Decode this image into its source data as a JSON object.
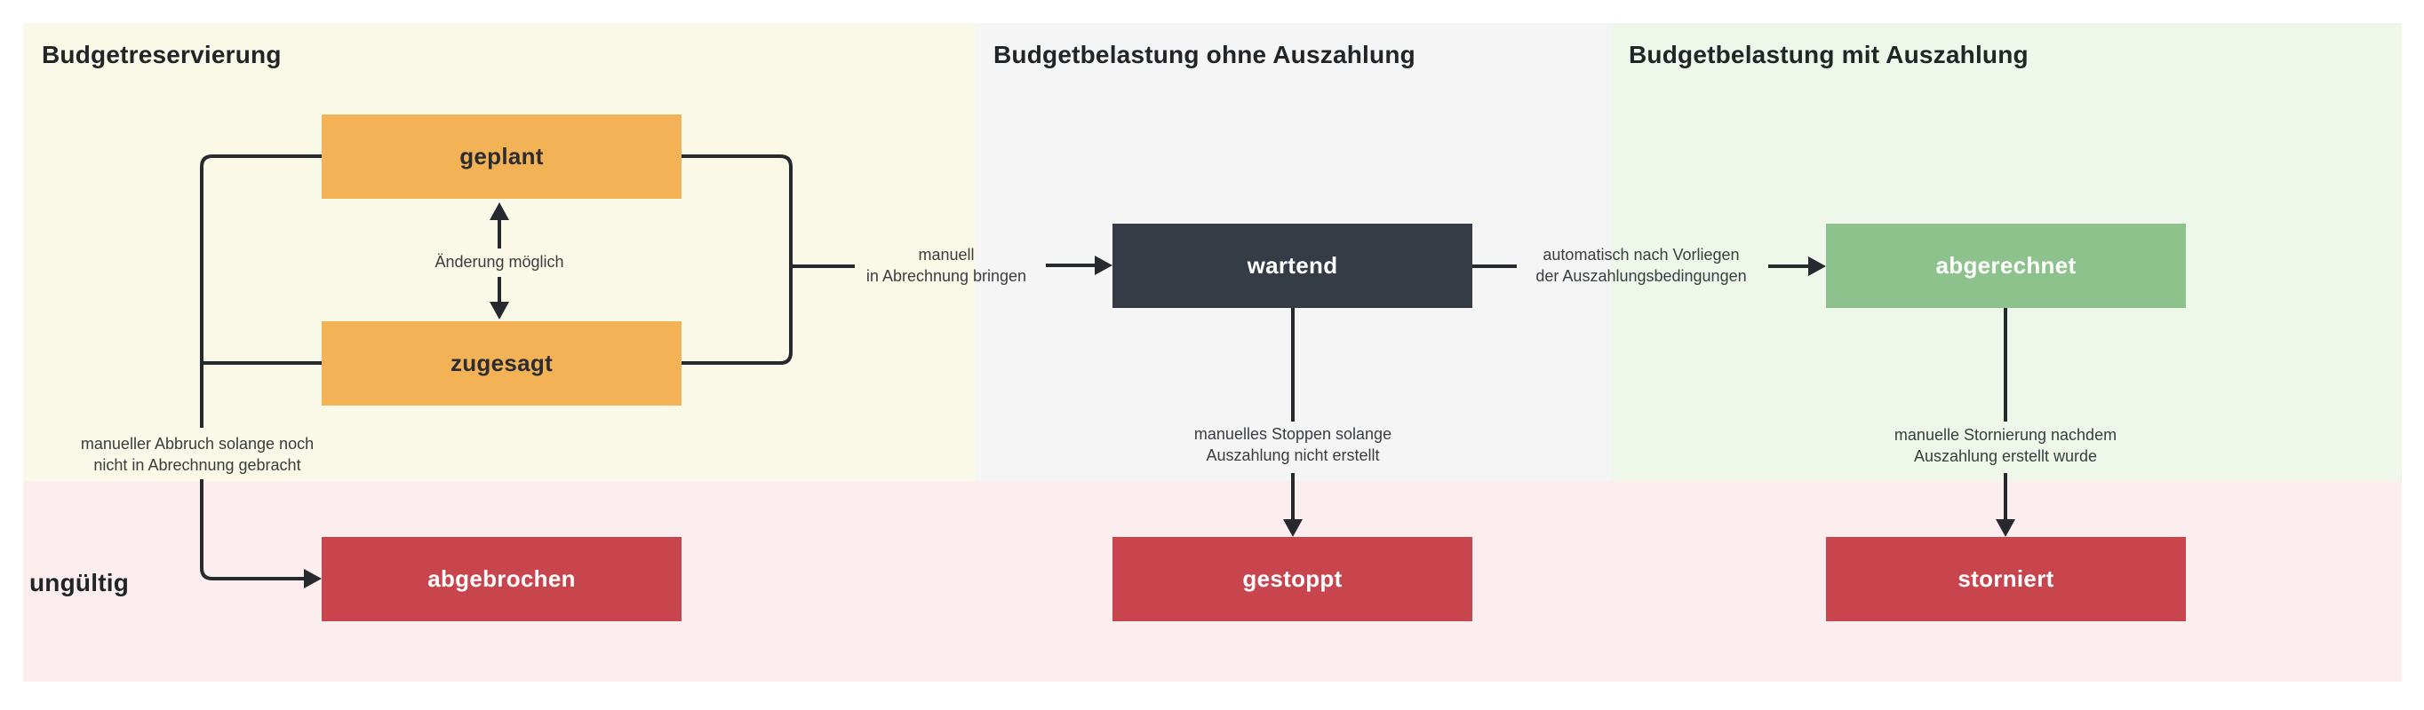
{
  "diagram": {
    "sections": [
      {
        "id": "budgetreservierung",
        "title": "Budgetreservierung",
        "bg": "#faf8e6"
      },
      {
        "id": "budgetbelastung-ohne-auszahlung",
        "title": "Budgetbelastung ohne Auszahlung",
        "bg": "#f5f5f6"
      },
      {
        "id": "budgetbelastung-mit-auszahlung",
        "title": "Budgetbelastung mit Auszahlung",
        "bg": "#eff7ea"
      },
      {
        "id": "ungueltig",
        "title": "ungültig",
        "bg": "#fcedee"
      }
    ],
    "states": [
      {
        "id": "geplant",
        "label": "geplant",
        "color": "#f2b255",
        "text_color": "#2b2d30"
      },
      {
        "id": "zugesagt",
        "label": "zugesagt",
        "color": "#f2b255",
        "text_color": "#2b2d30"
      },
      {
        "id": "wartend",
        "label": "wartend",
        "color": "#363c46",
        "text_color": "#ffffff"
      },
      {
        "id": "abgerechnet",
        "label": "abgerechnet",
        "color": "#8ec28c",
        "text_color": "#ffffff"
      },
      {
        "id": "abgebrochen",
        "label": "abgebrochen",
        "color": "#c9454d",
        "text_color": "#ffffff"
      },
      {
        "id": "gestoppt",
        "label": "gestoppt",
        "color": "#c9454d",
        "text_color": "#ffffff"
      },
      {
        "id": "storniert",
        "label": "storniert",
        "color": "#c9454d",
        "text_color": "#ffffff"
      }
    ],
    "transitions": [
      {
        "id": "aenderung-moeglich",
        "from": "geplant",
        "to": "zugesagt",
        "line1": "Änderung möglich",
        "line2": ""
      },
      {
        "id": "in-abrechnung-bringen",
        "from": "geplant/zugesagt",
        "to": "wartend",
        "line1": "manuell",
        "line2": "in Abrechnung bringen"
      },
      {
        "id": "auszahlungsbedingungen",
        "from": "wartend",
        "to": "abgerechnet",
        "line1": "automatisch nach Vorliegen",
        "line2": "der Auszahlungsbedingungen"
      },
      {
        "id": "manueller-abbruch",
        "from": "geplant/zugesagt",
        "to": "abgebrochen",
        "line1": "manueller Abbruch solange noch",
        "line2": "nicht in Abrechnung gebracht"
      },
      {
        "id": "manuelles-stoppen",
        "from": "wartend",
        "to": "gestoppt",
        "line1": "manuelles Stoppen solange",
        "line2": "Auszahlung nicht erstellt"
      },
      {
        "id": "manuelle-stornierung",
        "from": "abgerechnet",
        "to": "storniert",
        "line1": "manuelle Stornierung nachdem",
        "line2": "Auszahlung erstellt wurde"
      }
    ],
    "line_color": "#26292d"
  }
}
